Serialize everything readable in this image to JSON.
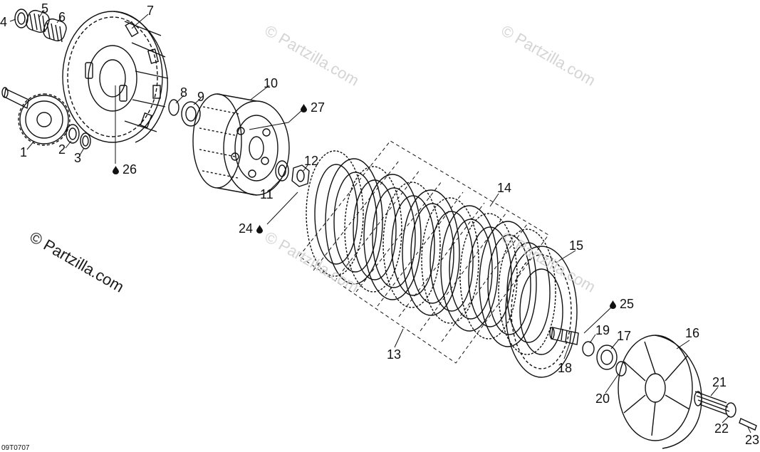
{
  "watermark": {
    "main": "© Partzilla.com",
    "faint": "© Partzilla.com"
  },
  "drawing_code": "09T0707",
  "callouts": [
    {
      "id": "1",
      "text": "1"
    },
    {
      "id": "2",
      "text": "2"
    },
    {
      "id": "3",
      "text": "3"
    },
    {
      "id": "4",
      "text": "4"
    },
    {
      "id": "5",
      "text": "5"
    },
    {
      "id": "6",
      "text": "6"
    },
    {
      "id": "7",
      "text": "7"
    },
    {
      "id": "8",
      "text": "8"
    },
    {
      "id": "9",
      "text": "9"
    },
    {
      "id": "10",
      "text": "10"
    },
    {
      "id": "11",
      "text": "11"
    },
    {
      "id": "12",
      "text": "12"
    },
    {
      "id": "13",
      "text": "13"
    },
    {
      "id": "14",
      "text": "14"
    },
    {
      "id": "15",
      "text": "15"
    },
    {
      "id": "16",
      "text": "16"
    },
    {
      "id": "17",
      "text": "17"
    },
    {
      "id": "18",
      "text": "18"
    },
    {
      "id": "19",
      "text": "19"
    },
    {
      "id": "20",
      "text": "20"
    },
    {
      "id": "21",
      "text": "21"
    },
    {
      "id": "22",
      "text": "22"
    },
    {
      "id": "23",
      "text": "23"
    },
    {
      "id": "24",
      "text": "24"
    },
    {
      "id": "25",
      "text": "25"
    },
    {
      "id": "26",
      "text": "26"
    },
    {
      "id": "27",
      "text": "27"
    }
  ],
  "icons": {
    "lubricant": "oil-drop-icon"
  },
  "colors": {
    "ink": "#111111",
    "watermark": "#d4d4d4"
  }
}
